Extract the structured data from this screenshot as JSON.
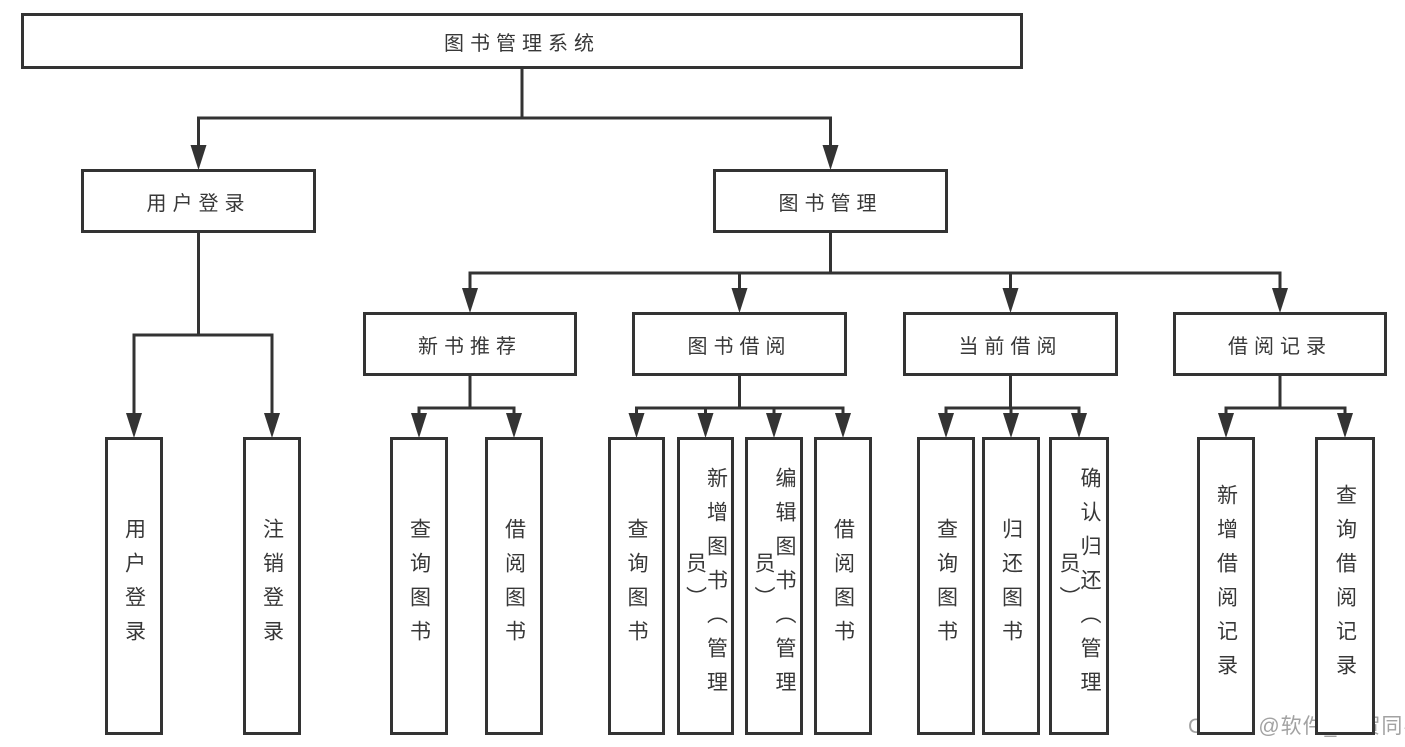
{
  "colors": {
    "line": "#333333",
    "box_border": "#333333",
    "box_fill": "#ffffff",
    "text": "#383838",
    "watermark": "#a2a2a2",
    "background": "#ffffff"
  },
  "watermark": {
    "text": "CSDN @软件_小贺同学"
  },
  "diagram": {
    "type": "tree",
    "root": {
      "id": "system",
      "label": "图书管理系统",
      "children": [
        {
          "id": "user-login",
          "label": "用户登录",
          "children": [
            {
              "id": "user-login-leaf",
              "label": "用户登录"
            },
            {
              "id": "logout-leaf",
              "label": "注销登录"
            }
          ]
        },
        {
          "id": "book-management",
          "label": "图书管理",
          "children": [
            {
              "id": "new-book-recommend",
              "label": "新书推荐",
              "children": [
                {
                  "id": "nb-query-book",
                  "label": "查询图书"
                },
                {
                  "id": "nb-borrow-book",
                  "label": "借阅图书"
                }
              ]
            },
            {
              "id": "book-borrowing",
              "label": "图书借阅",
              "children": [
                {
                  "id": "bb-query-book",
                  "label": "查询图书"
                },
                {
                  "id": "bb-add-book",
                  "label": "新增图书（管理员）"
                },
                {
                  "id": "bb-edit-book",
                  "label": "编辑图书（管理员）"
                },
                {
                  "id": "bb-borrow-book",
                  "label": "借阅图书"
                }
              ]
            },
            {
              "id": "current-borrowing",
              "label": "当前借阅",
              "children": [
                {
                  "id": "cb-query-book",
                  "label": "查询图书"
                },
                {
                  "id": "cb-return-book",
                  "label": "归还图书"
                },
                {
                  "id": "cb-confirm-return",
                  "label": "确认归还（管理员）"
                }
              ]
            },
            {
              "id": "borrow-records",
              "label": "借阅记录",
              "children": [
                {
                  "id": "br-add-record",
                  "label": "新增借阅记录"
                },
                {
                  "id": "br-query-record",
                  "label": "查询借阅记录"
                }
              ]
            }
          ]
        }
      ]
    }
  }
}
